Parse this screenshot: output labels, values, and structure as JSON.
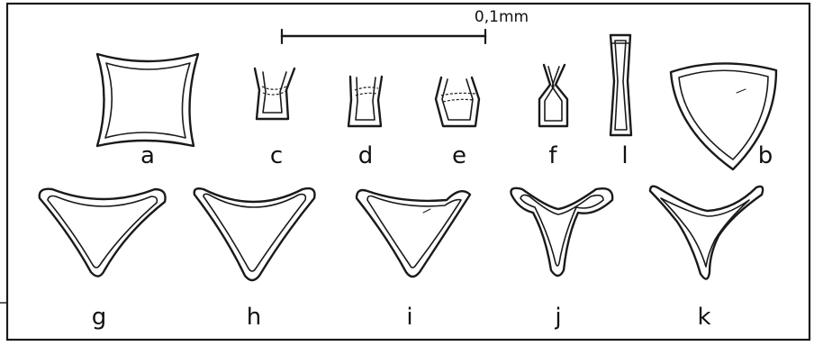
{
  "scale_bar": {
    "label": "0,1mm"
  },
  "labels": {
    "a": "a",
    "b": "b",
    "c": "c",
    "d": "d",
    "e": "e",
    "f": "f",
    "l": "l",
    "g": "g",
    "h": "h",
    "i": "i",
    "j": "j",
    "k": "k"
  }
}
